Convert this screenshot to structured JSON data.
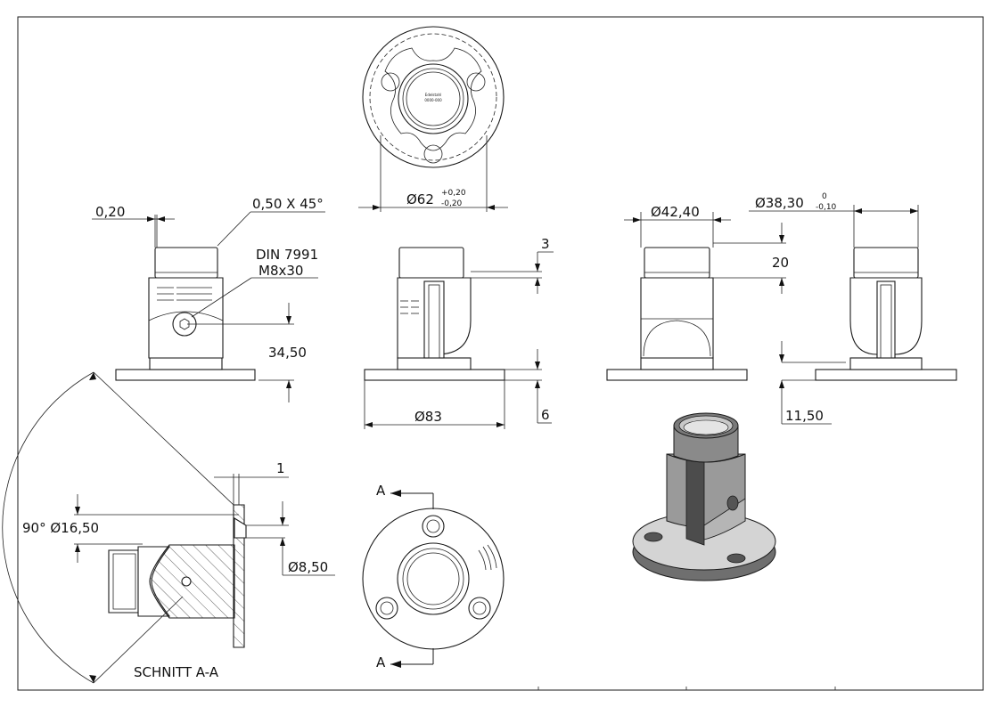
{
  "drawing": {
    "frame_label": "technical drawing sheet",
    "section_label": "SCHNITT A-A",
    "section_arrow_label": "A",
    "din_label": "DIN 7991",
    "screw_label": "M8x30",
    "chamfer_label": "0,50 X 45°",
    "left_offset_label": "0,20",
    "height_label": "34,50",
    "dim_3": "3",
    "dim_6": "6",
    "dim_20": "20",
    "dim_11_50": "11,50",
    "dim_1": "1",
    "dim_phi83": "Ø83",
    "dim_phi62": "Ø62",
    "dim_phi62_upper": "+0,20",
    "dim_phi62_lower": "-0,20",
    "dim_phi42": "Ø42,40",
    "dim_phi38": "Ø38,30",
    "dim_phi38_upper": "0",
    "dim_phi38_lower": "-0,10",
    "dim_phi16": "90° Ø16,50",
    "dim_phi8": "Ø8,50",
    "logo_line1": "Edelstahl",
    "logo_line2": "0000-000"
  }
}
